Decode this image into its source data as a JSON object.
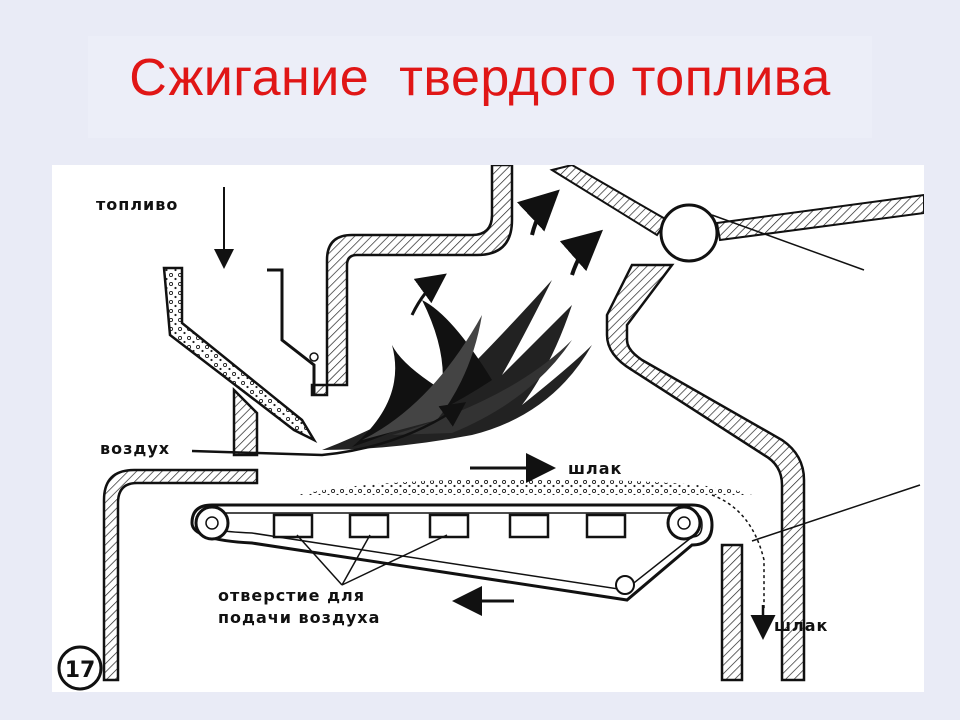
{
  "slide": {
    "title": "Сжигание  твердого топлива"
  },
  "diagram": {
    "labels": {
      "fuel": "топливо",
      "air": "воздух",
      "slag_top": "шлак",
      "slag_bottom": "шлак",
      "air_holes_line1": "отверстие для",
      "air_holes_line2": "подачи воздуха"
    },
    "figure_number": "17"
  }
}
